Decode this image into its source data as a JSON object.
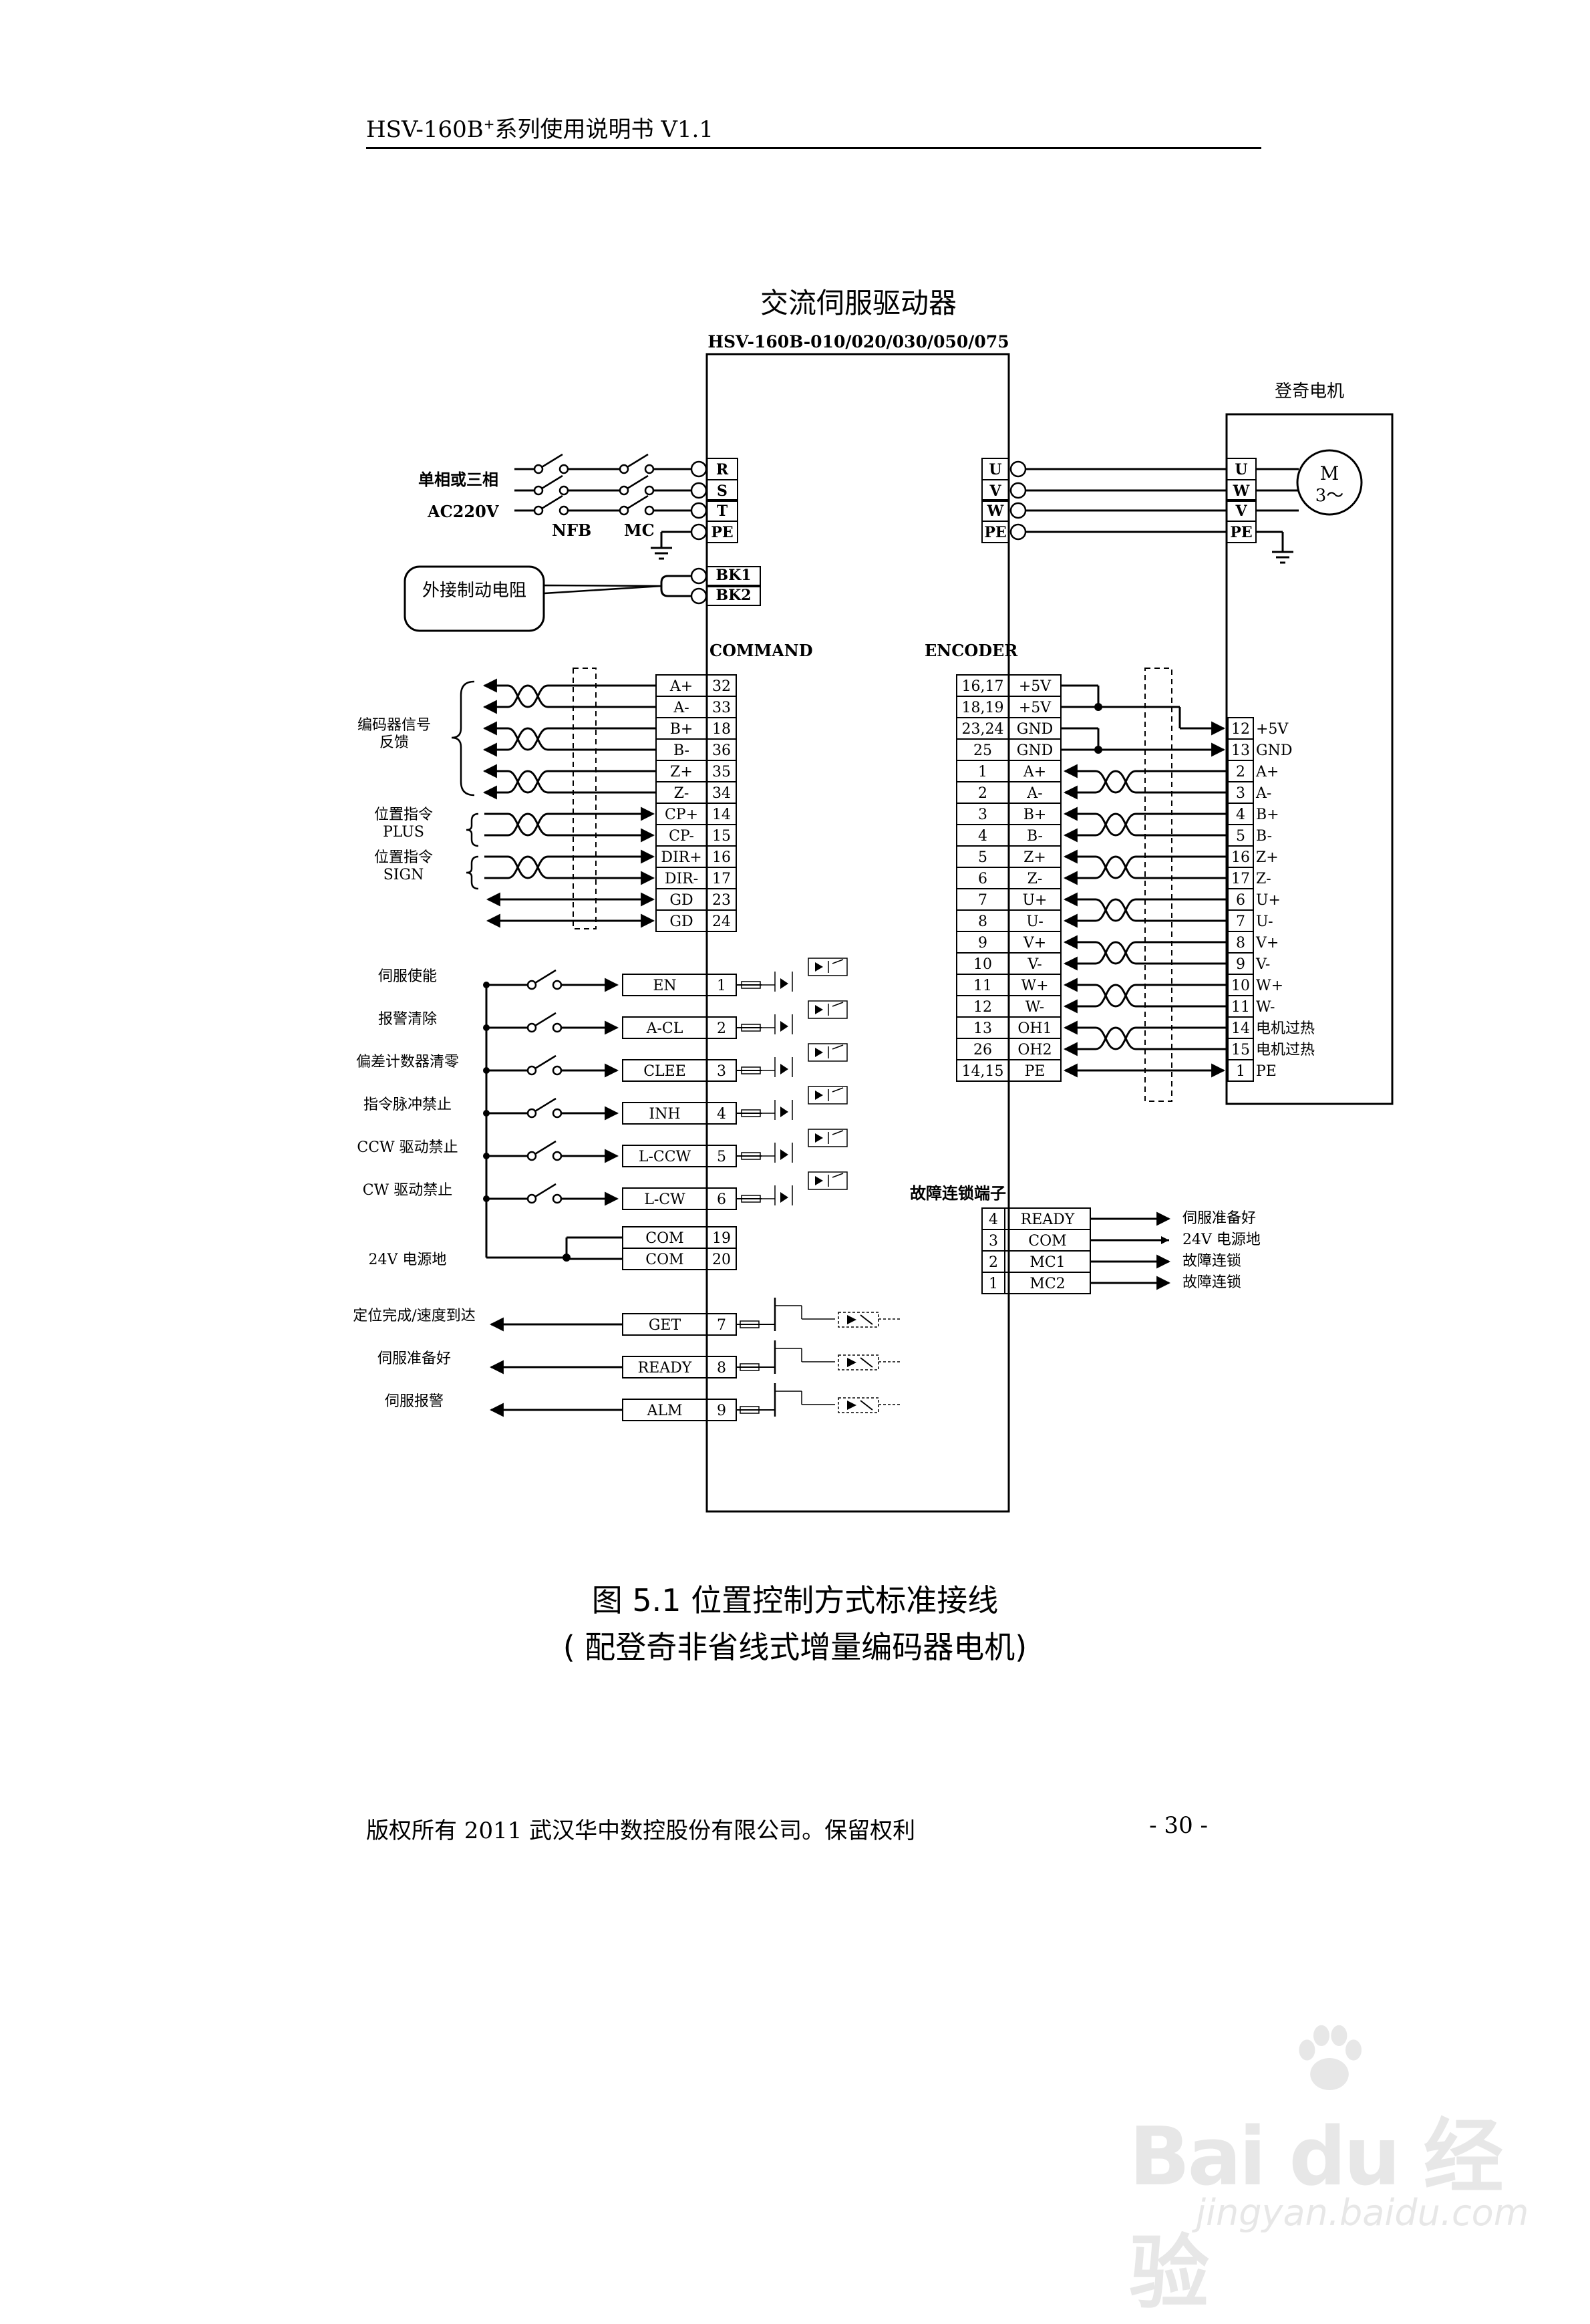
{
  "header": {
    "model": "HSV-160B",
    "sup": "+",
    "rest": "系列使用说明书 V1.1"
  },
  "drive": {
    "title": "交流伺服驱动器",
    "model": "HSV-160B-010/020/030/050/075"
  },
  "motor": {
    "title": "登奇电机",
    "symbol_m": "M",
    "symbol_phase": "3～"
  },
  "power": {
    "label_phase": "单相或三相",
    "label_voltage": "AC220V",
    "label_nfb": "NFB",
    "label_mc": "MC",
    "terminals": [
      "R",
      "S",
      "T",
      "PE"
    ],
    "brake_label": "外接制动电阻",
    "brake_terminals": [
      "BK1",
      "BK2"
    ]
  },
  "motor_power": {
    "drive_terminals": [
      "U",
      "V",
      "W",
      "PE"
    ],
    "motor_terminals": [
      "U",
      "W",
      "V",
      "PE"
    ]
  },
  "command": {
    "title": "COMMAND",
    "rows": [
      {
        "signal": "A+",
        "pin": "32"
      },
      {
        "signal": "A-",
        "pin": "33"
      },
      {
        "signal": "B+",
        "pin": "18"
      },
      {
        "signal": "B-",
        "pin": "36"
      },
      {
        "signal": "Z+",
        "pin": "35"
      },
      {
        "signal": "Z-",
        "pin": "34"
      },
      {
        "signal": "CP+",
        "pin": "14"
      },
      {
        "signal": "CP-",
        "pin": "15"
      },
      {
        "signal": "DIR+",
        "pin": "16"
      },
      {
        "signal": "DIR-",
        "pin": "17"
      },
      {
        "signal": "GD",
        "pin": "23"
      },
      {
        "signal": "GD",
        "pin": "24"
      }
    ],
    "group_encoder": [
      "编码器信号",
      "反馈"
    ],
    "group_pulse": [
      "位置指令",
      "PLUS"
    ],
    "group_sign": [
      "位置指令",
      "SIGN"
    ]
  },
  "inputs": {
    "rows": [
      {
        "label": "伺服使能",
        "signal": "EN",
        "pin": "1"
      },
      {
        "label": "报警清除",
        "signal": "A-CL",
        "pin": "2"
      },
      {
        "label": "偏差计数器清零",
        "signal": "CLEE",
        "pin": "3"
      },
      {
        "label": "指令脉冲禁止",
        "signal": "INH",
        "pin": "4"
      },
      {
        "label": "CCW 驱动禁止",
        "signal": "L-CCW",
        "pin": "5"
      },
      {
        "label": "CW 驱动禁止",
        "signal": "L-CW",
        "pin": "6"
      }
    ],
    "com_rows": [
      {
        "signal": "COM",
        "pin": "19"
      },
      {
        "signal": "COM",
        "pin": "20"
      }
    ],
    "com_label": "24V 电源地"
  },
  "outputs": {
    "rows": [
      {
        "label": "定位完成/速度到达",
        "signal": "GET",
        "pin": "7"
      },
      {
        "label": "伺服准备好",
        "signal": "READY",
        "pin": "8"
      },
      {
        "label": "伺服报警",
        "signal": "ALM",
        "pin": "9"
      }
    ]
  },
  "encoder": {
    "title": "ENCODER",
    "rows": [
      {
        "pin": "16,17",
        "signal": "+5V",
        "mpin": "",
        "mlabel": ""
      },
      {
        "pin": "18,19",
        "signal": "+5V",
        "mpin": "",
        "mlabel": ""
      },
      {
        "pin": "23,24",
        "signal": "GND",
        "mpin": "12",
        "mlabel": "+5V"
      },
      {
        "pin": "25",
        "signal": "GND",
        "mpin": "13",
        "mlabel": "GND"
      },
      {
        "pin": "1",
        "signal": "A+",
        "mpin": "2",
        "mlabel": "A+"
      },
      {
        "pin": "2",
        "signal": "A-",
        "mpin": "3",
        "mlabel": "A-"
      },
      {
        "pin": "3",
        "signal": "B+",
        "mpin": "4",
        "mlabel": "B+"
      },
      {
        "pin": "4",
        "signal": "B-",
        "mpin": "5",
        "mlabel": "B-"
      },
      {
        "pin": "5",
        "signal": "Z+",
        "mpin": "16",
        "mlabel": "Z+"
      },
      {
        "pin": "6",
        "signal": "Z-",
        "mpin": "17",
        "mlabel": "Z-"
      },
      {
        "pin": "7",
        "signal": "U+",
        "mpin": "6",
        "mlabel": "U+"
      },
      {
        "pin": "8",
        "signal": "U-",
        "mpin": "7",
        "mlabel": "U-"
      },
      {
        "pin": "9",
        "signal": "V+",
        "mpin": "8",
        "mlabel": "V+"
      },
      {
        "pin": "10",
        "signal": "V-",
        "mpin": "9",
        "mlabel": "V-"
      },
      {
        "pin": "11",
        "signal": "W+",
        "mpin": "10",
        "mlabel": "W+"
      },
      {
        "pin": "12",
        "signal": "W-",
        "mpin": "11",
        "mlabel": "W-"
      },
      {
        "pin": "13",
        "signal": "OH1",
        "mpin": "14",
        "mlabel": "电机过热"
      },
      {
        "pin": "26",
        "signal": "OH2",
        "mpin": "15",
        "mlabel": "电机过热"
      },
      {
        "pin": "14,15",
        "signal": "PE",
        "mpin": "1",
        "mlabel": "PE"
      }
    ]
  },
  "fault": {
    "title": "故障连锁端子",
    "rows": [
      {
        "pin": "4",
        "signal": "READY",
        "label": "伺服准备好"
      },
      {
        "pin": "3",
        "signal": "COM",
        "label": "24V 电源地"
      },
      {
        "pin": "2",
        "signal": "MC1",
        "label": "故障连锁"
      },
      {
        "pin": "1",
        "signal": "MC2",
        "label": "故障连锁"
      }
    ]
  },
  "caption": {
    "line1": "图 5.1   位置控制方式标准接线",
    "line2": "( 配登奇非省线式增量编码器电机)"
  },
  "footer": {
    "left": "版权所有    2011      武汉华中数控股份有限公司。保留权利",
    "page": "- 30 -"
  },
  "watermark": {
    "brand": "Bai du 经验",
    "url": "jingyan.baidu.com"
  }
}
